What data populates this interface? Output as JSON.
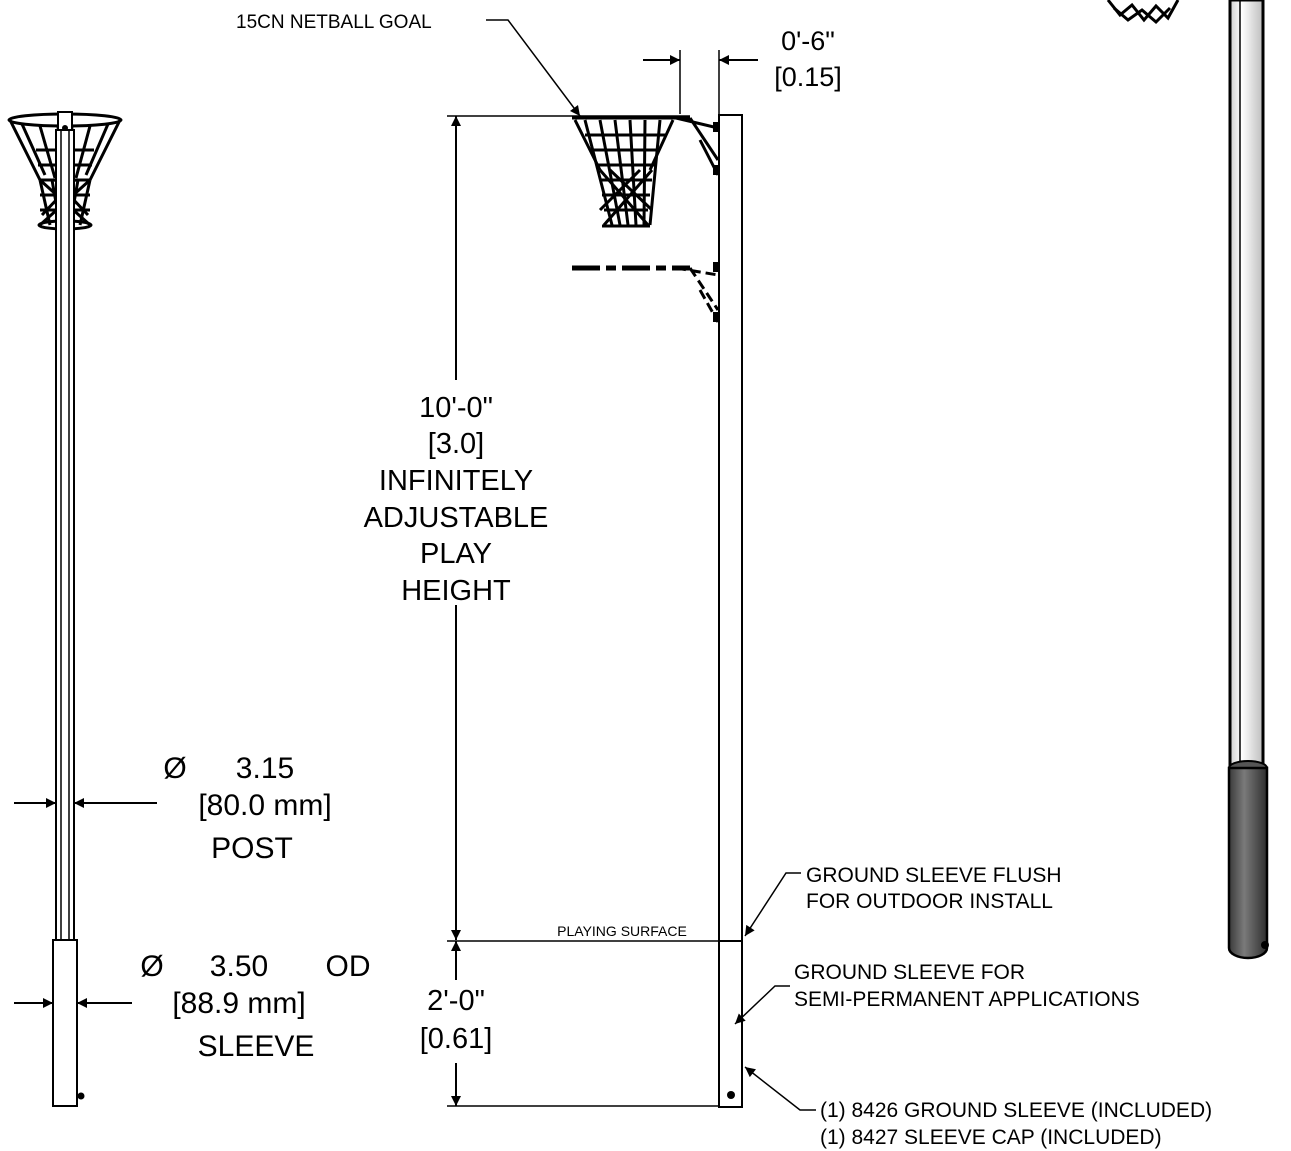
{
  "labels": {
    "goal": "15CN NETBALL GOAL",
    "offset_imperial": "0'-6\"",
    "offset_metric": "[0.15]",
    "height_imperial": "10'-0\"",
    "height_metric": "[3.0]",
    "height_note_1": "INFINITELY",
    "height_note_2": "ADJUSTABLE",
    "height_note_3": "PLAY",
    "height_note_4": "HEIGHT",
    "post_symbol": "Ø",
    "post_diameter": "3.15",
    "post_metric": "[80.0 mm]",
    "post_label": "POST",
    "sleeve_symbol": "Ø",
    "sleeve_diameter": "3.50",
    "sleeve_od": "OD",
    "sleeve_metric": "[88.9 mm]",
    "sleeve_label": "SLEEVE",
    "playing_surface": "PLAYING SURFACE",
    "depth_imperial": "2'-0\"",
    "depth_metric": "[0.61]",
    "flush_line1": "GROUND SLEEVE FLUSH",
    "flush_line2": "FOR OUTDOOR INSTALL",
    "semi_line1": "GROUND SLEEVE FOR",
    "semi_line2": "SEMI-PERMANENT APPLICATIONS",
    "parts_line1": "(1) 8426  GROUND SLEEVE  (INCLUDED)",
    "parts_line2": "(1) 8427  SLEEVE CAP  (INCLUDED)"
  }
}
